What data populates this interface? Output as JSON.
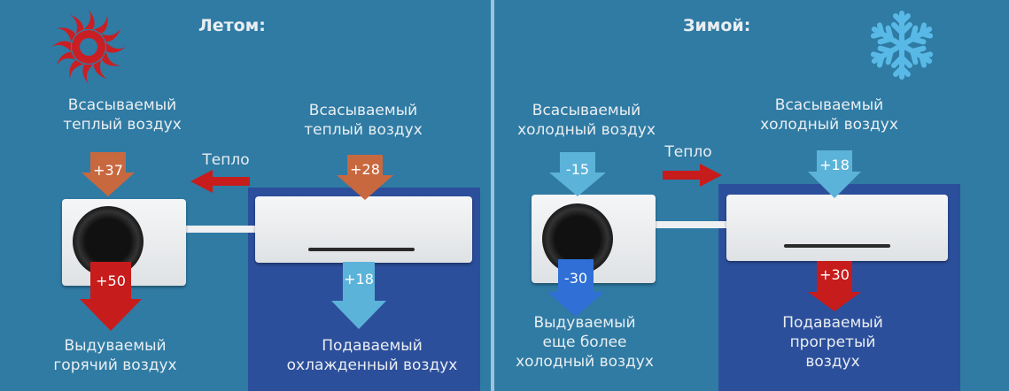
{
  "summer": {
    "title": "Летом:",
    "outdoor_intake": [
      "Всасываемый",
      "теплый воздух"
    ],
    "indoor_intake": [
      "Всасываемый",
      "теплый воздух"
    ],
    "heat_label": "Тепло",
    "outdoor_in_temp": "+37",
    "indoor_in_temp": "+28",
    "outdoor_out_temp": "+50",
    "indoor_out_temp": "+18",
    "outdoor_exhaust": [
      "Выдуваемый",
      "горячий воздух"
    ],
    "indoor_supply": [
      "Подаваемый",
      "охлажденный воздух"
    ]
  },
  "winter": {
    "title": "Зимой:",
    "outdoor_intake": [
      "Всасываемый",
      "холодный воздух"
    ],
    "indoor_intake": [
      "Всасываемый",
      "холодный воздух"
    ],
    "heat_label": "Тепло",
    "outdoor_in_temp": "-15",
    "indoor_in_temp": "+18",
    "outdoor_out_temp": "-30",
    "indoor_out_temp": "+30",
    "outdoor_exhaust": [
      "Выдуваемый",
      "еще более",
      "холодный воздух"
    ],
    "indoor_supply": [
      "Подаваемый",
      "прогретый",
      "воздух"
    ]
  },
  "colors": {
    "warm_arrow": "#c8683f",
    "hot_arrow": "#c71c1c",
    "cool_arrow": "#5cb3d9",
    "cold_arrow": "#2f6fd6",
    "sun": "#c91f24",
    "snowflake": "#59b9e6"
  },
  "icons": {
    "summer": "sun-icon",
    "winter": "snowflake-icon"
  }
}
